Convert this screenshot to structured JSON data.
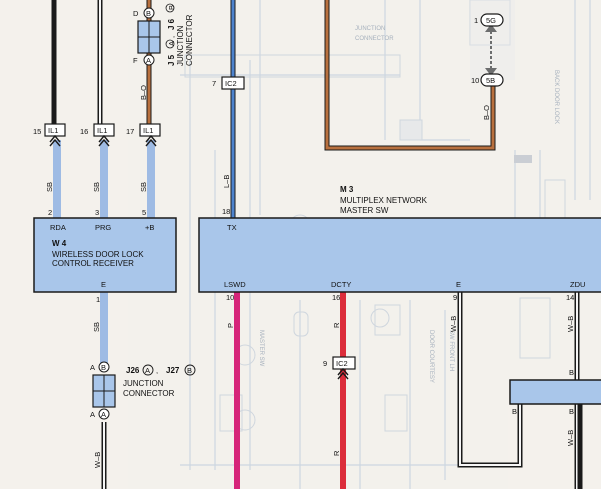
{
  "components": {
    "w4": {
      "id": "W 4",
      "line1": "WIRELESS DOOR LOCK",
      "line2": "CONTROL RECEIVER",
      "pins": [
        "RDA",
        "PRG",
        "+B",
        "E"
      ],
      "pin_nums": [
        "2",
        "3",
        "5",
        "1"
      ]
    },
    "m3": {
      "id": "M 3",
      "line1": "MULTIPLEX NETWORK",
      "line2": "MASTER SW",
      "pins": [
        "TX",
        "LSWD",
        "DCTY",
        "E",
        "ZDU"
      ],
      "pin_nums": [
        "18",
        "10",
        "16",
        "9",
        "14"
      ]
    },
    "j26": {
      "title_a": "J26",
      "circle_a": "A",
      "sep": ",",
      "title_b": "J27",
      "circle_b": "B",
      "line1": "JUNCTION",
      "line2": "CONNECTOR",
      "top_letters": [
        "A",
        "B"
      ],
      "bottom_letters": [
        "A",
        "A"
      ]
    },
    "j5": {
      "title_a": "J 5",
      "circle_a": "A",
      "sep": ",",
      "title_b": "J 6",
      "circle_b": "B",
      "line1": "JUNCTION",
      "line2": "CONNECTOR",
      "top_letters": [
        "D",
        "B"
      ],
      "bottom_letters": [
        "F",
        "A"
      ]
    }
  },
  "connectors": {
    "il1_15": {
      "num": "15",
      "label": "IL1"
    },
    "il1_16": {
      "num": "16",
      "label": "IL1"
    },
    "il1_17": {
      "num": "17",
      "label": "IL1"
    },
    "ic2_7": {
      "num": "7",
      "label": "IC2"
    },
    "ic2_9": {
      "num": "9",
      "label": "IC2"
    },
    "sw_top": {
      "num": "1",
      "label": "5G"
    },
    "sw_bottom": {
      "num": "10",
      "label": "5B"
    }
  },
  "wire_colors": {
    "sb1": "SB",
    "sb2": "SB",
    "sb3": "SB",
    "sb4": "SB",
    "bo1": "B–O",
    "bo2": "B–O",
    "lb": "L–B",
    "p": "P",
    "r1": "R",
    "r2": "R",
    "wb1": "W–B",
    "wb2": "W–B",
    "wb3": "W–B",
    "wb4": "W–B"
  },
  "misc_labels": {
    "b1": "B",
    "b2": "B",
    "b3": "B"
  },
  "colors": {
    "module_fill": "#a9c6ea",
    "blue_wire": "#4d83cd",
    "pink_wire": "#d6257a",
    "red_wire": "#dc2d3b",
    "orange_wire": "#b8703e",
    "black_wire": "#1a1a1a",
    "white_wire": "#f6f6f6",
    "ghost": "#c5d1de"
  }
}
